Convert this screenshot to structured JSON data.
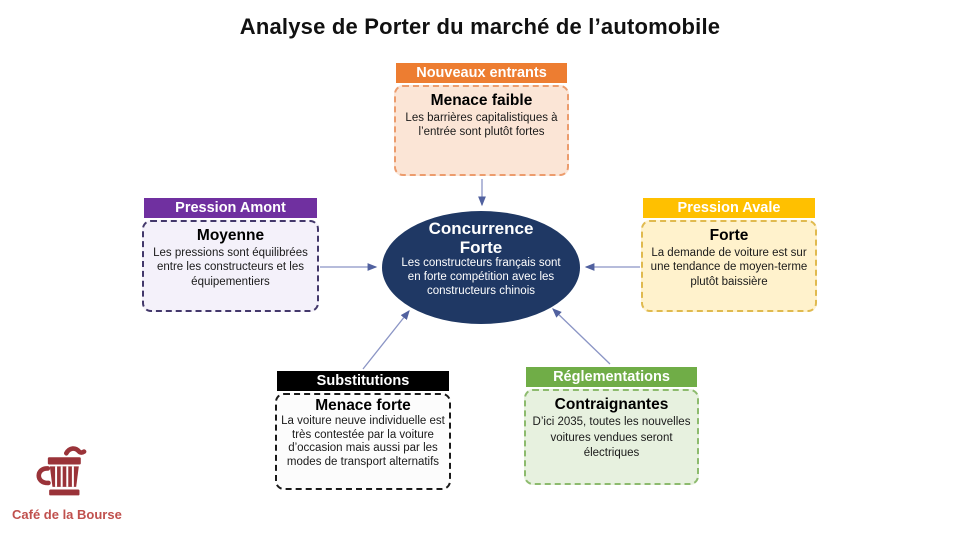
{
  "title": "Analyse de Porter du marché de l’automobile",
  "center": {
    "title": "Concurrence Forte",
    "description": "Les constructeurs français sont en forte compétition avec les constructeurs chinois",
    "bg_color": "#1F3864",
    "text_color": "#FFFFFF"
  },
  "forces": [
    {
      "id": "nouveaux-entrants",
      "header": "Nouveaux entrants",
      "level": "Menace faible",
      "description": "Les barrières capitalistiques à l’entrée sont plutôt fortes",
      "header_color": "#ED7D31",
      "body_color": "#FBE5D6",
      "border_color": "#EC9C6D"
    },
    {
      "id": "pression-amont",
      "header": "Pression Amont",
      "level": "Moyenne",
      "description": "Les pressions sont équilibrées entre les constructeurs et les équipementiers",
      "header_color": "#7030A0",
      "body_color": "#F4F1FA",
      "border_color": "#43386B"
    },
    {
      "id": "pression-avale",
      "header": "Pression Avale",
      "level": "Forte",
      "description": "La demande de voiture est sur une tendance de moyen-terme plutôt baissière",
      "header_color": "#FFC000",
      "body_color": "#FFF2CC",
      "border_color": "#E0BA4F"
    },
    {
      "id": "substitutions",
      "header": "Substitutions",
      "level": "Menace forte",
      "description": "La voiture neuve individuelle est très contestée par la voiture d’occasion mais aussi par les modes de transport alternatifs",
      "header_color": "#000000",
      "body_color": "#FCFCFC",
      "border_color": "#1A1A1A"
    },
    {
      "id": "reglementations",
      "header": "Réglementations",
      "level": "Contraignantes",
      "description": "D’ici 2035, toutes les nouvelles voitures vendues seront électriques",
      "header_color": "#70AD47",
      "body_color": "#E7F1DF",
      "border_color": "#8DBB6E"
    }
  ],
  "arrow_color": "#8B95C5",
  "arrowhead_color": "#51619F",
  "logo": {
    "text": "Café de la Bourse",
    "icon_color": "#9A3339",
    "text_color": "#C0504D"
  }
}
